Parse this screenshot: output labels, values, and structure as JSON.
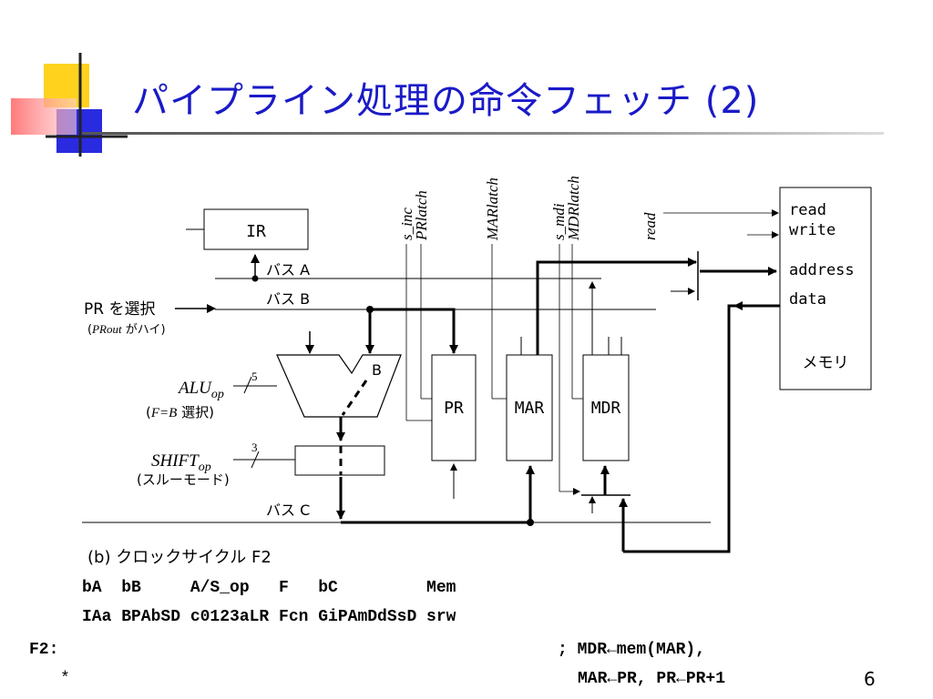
{
  "slide": {
    "title": "パイプライン処理の命令フェッチ (2)",
    "page_number": "6"
  },
  "diagram": {
    "registers": {
      "ir": "IR",
      "pr": "PR",
      "mar": "MAR",
      "mdr": "MDR"
    },
    "buses": {
      "a": "バス A",
      "b": "バス B",
      "c": "バス C"
    },
    "control_signals": {
      "s_inc": "s_inc",
      "pr_latch": "PRlatch",
      "mar_latch": "MARlatch",
      "s_mdi": "s_mdi",
      "mdr_latch": "MDRlatch",
      "read": "read"
    },
    "memory": {
      "label": "メモリ",
      "ports": [
        "read",
        "write",
        "address",
        "data"
      ]
    },
    "pr_select": {
      "label": "PR を選択",
      "note_prefix": "(",
      "note_italic": "PRout",
      "note_suffix": " がハイ)"
    },
    "alu": {
      "op_main": "ALU",
      "op_sub": "op",
      "bits": "5",
      "note_prefix": "(",
      "note_italic": "F=B",
      "note_suffix": " 選択)",
      "b_label": "B"
    },
    "shift": {
      "op_main": "SHIFT",
      "op_sub": "op",
      "bits": "3",
      "note": "(スルーモード)"
    }
  },
  "caption": "(b) クロックサイクル F2",
  "code": {
    "header1": "bA  bB     A/S_op   F   bC         Mem",
    "header2": "IAa BPAbSD c0123aLR Fcn GiPAmDdSsD srw",
    "row_label": "F2:",
    "comment1": "; MDR←mem(MAR),",
    "star": "*",
    "comment2": "MAR←PR, PR←PR+1"
  }
}
